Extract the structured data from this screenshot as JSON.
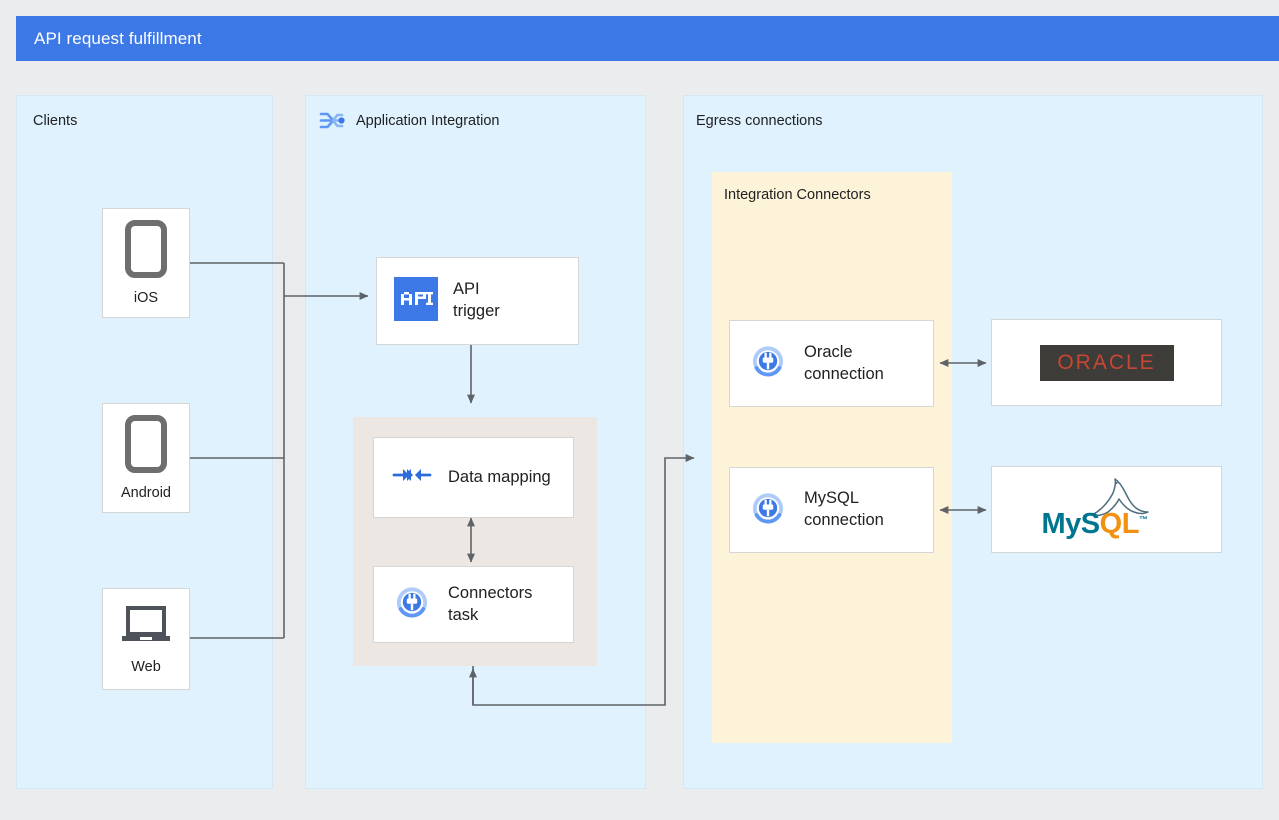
{
  "header": {
    "title": "API request fulfillment",
    "bar_color": "#3C78E6"
  },
  "zones": [
    {
      "id": "clients",
      "label": "Clients"
    },
    {
      "id": "app_integration",
      "label": "Application Integration",
      "icon": "application-integration-icon"
    },
    {
      "id": "egress",
      "label": "Egress connections"
    }
  ],
  "clients": {
    "devices": [
      {
        "label": "iOS",
        "icon": "mobile-phone-icon"
      },
      {
        "label": "Android",
        "icon": "mobile-phone-icon"
      },
      {
        "label": "Web",
        "icon": "laptop-icon"
      }
    ]
  },
  "integration": {
    "trigger": {
      "label": "API\ntrigger",
      "icon": "api-trigger-icon"
    },
    "task_group_label": "",
    "tasks": [
      {
        "label": "Data mapping",
        "icon": "data-mapping-icon"
      },
      {
        "label": "Connectors\ntask",
        "icon": "connectors-plug-icon"
      }
    ]
  },
  "egress": {
    "connectors_panel_label": "Integration Connectors",
    "connections": [
      {
        "label": "Oracle\nconnection",
        "icon": "connectors-plug-icon"
      },
      {
        "label": "MySQL\nconnection",
        "icon": "connectors-plug-icon"
      }
    ],
    "systems": [
      {
        "id": "oracle",
        "name": "ORACLE",
        "logo": "oracle-logo",
        "badge_bg": "#3D3C38",
        "text_color": "#C74634"
      },
      {
        "id": "mysql",
        "name": "MySQL",
        "logo": "mysql-logo",
        "teal": "#00758F",
        "orange": "#F29111"
      }
    ]
  },
  "colors": {
    "canvas": "#EBECEE",
    "zone_fill": "#DFF2FD",
    "connectors_fill": "#FDF3D8",
    "task_group_fill": "#EDE7E4",
    "wire": "#5F6368",
    "accent_blue": "#3C78E6",
    "device_gray": "#6E6E6E"
  }
}
